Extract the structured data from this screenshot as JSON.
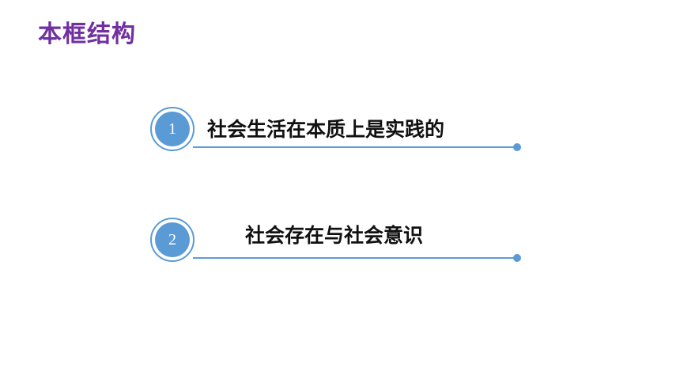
{
  "slide": {
    "title": "本框结构",
    "items": [
      {
        "number": "1",
        "text": "社会生活在本质上是实践的"
      },
      {
        "number": "2",
        "text": "社会存在与社会意识"
      }
    ]
  },
  "colors": {
    "title": "#7030a0",
    "accent": "#5b9bd5",
    "text": "#111111"
  }
}
